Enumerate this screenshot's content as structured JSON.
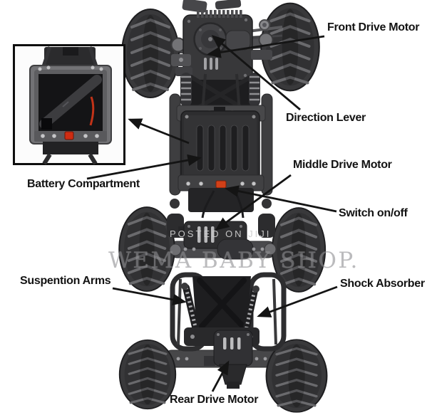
{
  "labels": {
    "front_drive_motor": "Front Drive Motor",
    "direction_lever": "Direction Lever",
    "middle_drive_motor": "Middle Drive Motor",
    "switch_on_off": "Switch on/off",
    "battery_compartment": "Battery Compartment",
    "suspention_arms": "Suspention Arms",
    "shock_absorber": "Shock Absorber",
    "rear_drive_motor": "Rear Drive Motor"
  },
  "watermarks": {
    "posted_on": "POSTED ON JIJI",
    "shop_name": "WEMA BABY SHOP."
  },
  "colors": {
    "background": "#ffffff",
    "label_text": "#131313",
    "leader_line": "#141414",
    "watermark_light": "#cdcdcd",
    "watermark_shop": "#8f8f92",
    "switch_red": "#ce2c12",
    "tire": "#39393b",
    "chassis_gray": "#4a4a4d",
    "battery_box": "#2d2d2f"
  }
}
